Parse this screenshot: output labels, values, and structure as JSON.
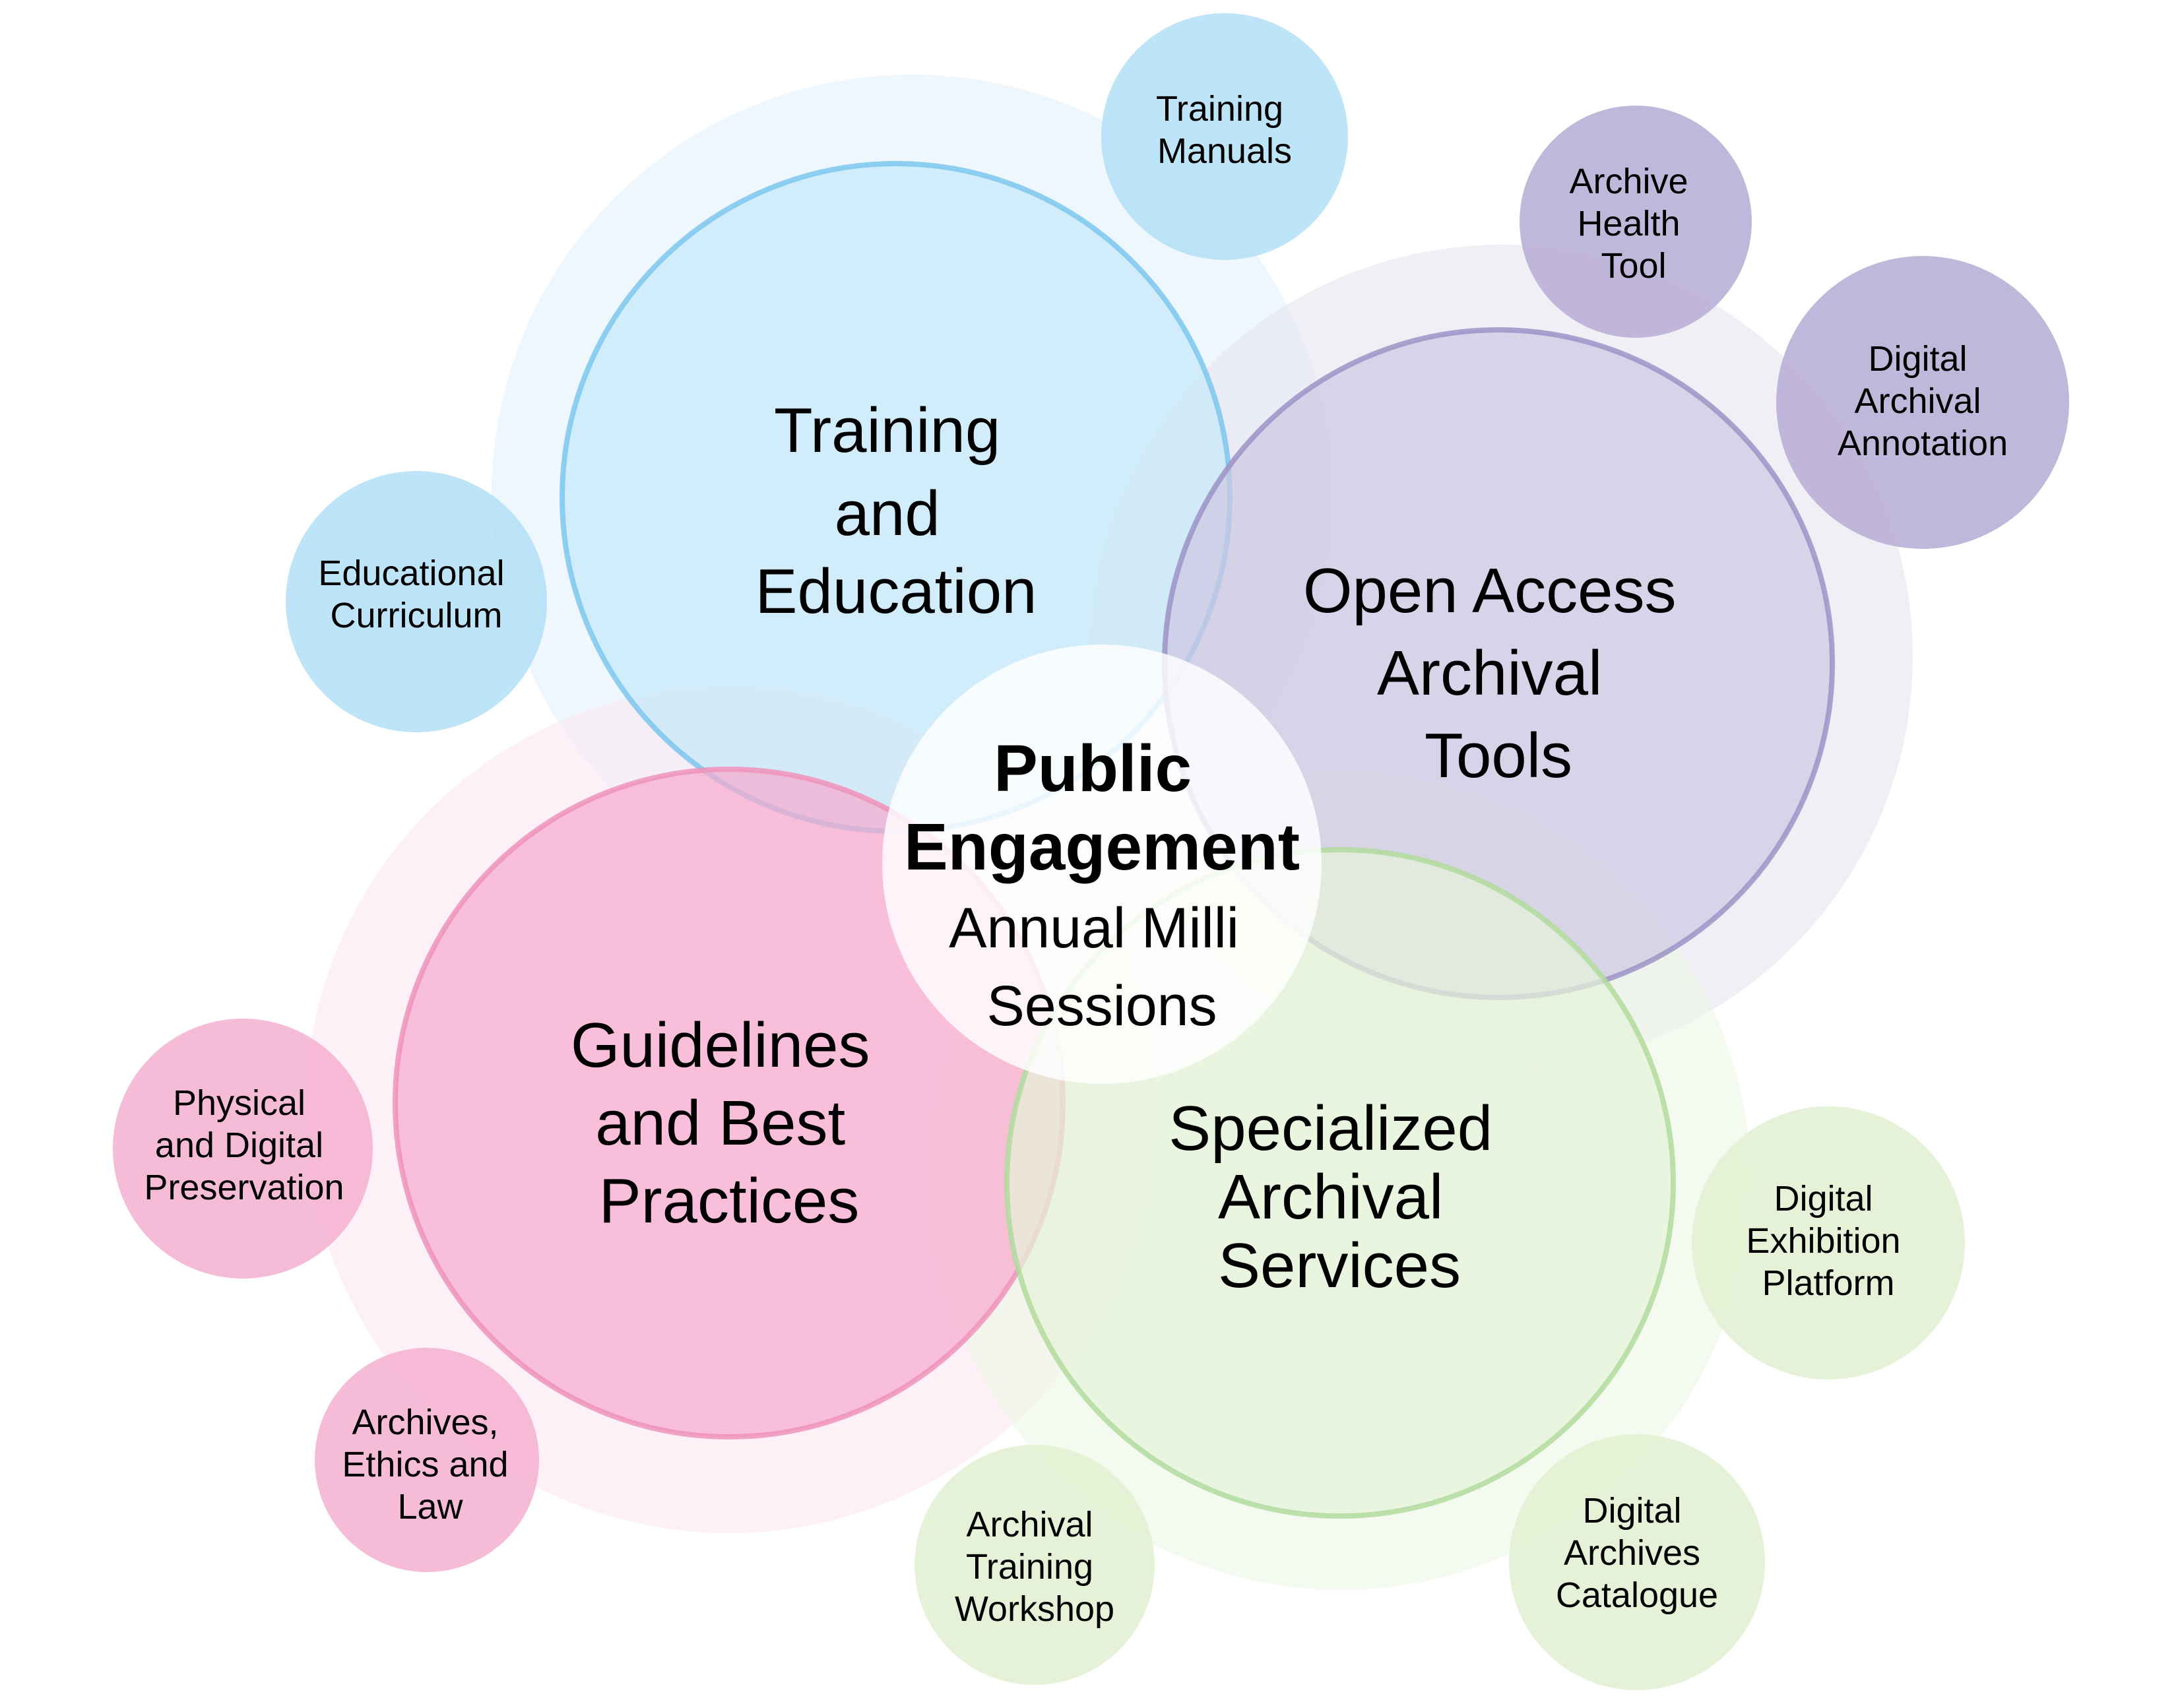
{
  "diagram": {
    "center": {
      "title_lines": [
        "Public",
        "Engagement"
      ],
      "subtitle_lines": [
        "Annual Milli",
        "Sessions"
      ],
      "fill": "#FFFFFF"
    },
    "groups": [
      {
        "id": "training",
        "label_lines": [
          "Training",
          "and",
          "Education"
        ],
        "colors": {
          "halo": "#E3F2FC",
          "fill": "#C6E9F9",
          "stroke": "#7CC7EE",
          "satellite": "#B4E0F6"
        },
        "satellites": [
          {
            "label_lines": [
              "Training",
              "Manuals"
            ]
          },
          {
            "label_lines": [
              "Educational",
              "Curriculum"
            ]
          }
        ]
      },
      {
        "id": "open-access",
        "label_lines": [
          "Open Access",
          "Archival",
          "Tools"
        ],
        "colors": {
          "halo": "#E6E4F0",
          "fill": "#CDC7E2",
          "stroke": "#9C93C7",
          "satellite": "#B7AED5"
        },
        "satellites": [
          {
            "label_lines": [
              "Archive",
              "Health",
              "Tool"
            ]
          },
          {
            "label_lines": [
              "Digital",
              "Archival",
              "Annotation"
            ]
          }
        ]
      },
      {
        "id": "guidelines",
        "label_lines": [
          "Guidelines",
          "and Best",
          "Practices"
        ],
        "colors": {
          "halo": "#FCE8F1",
          "fill": "#F7ABCD",
          "stroke": "#EE93BB",
          "satellite": "#F5B2D1"
        },
        "satellites": [
          {
            "label_lines": [
              "Physical",
              "and Digital",
              "Preservation"
            ]
          },
          {
            "label_lines": [
              "Archives,",
              "Ethics and",
              "Law"
            ]
          }
        ]
      },
      {
        "id": "specialized",
        "label_lines": [
          "Specialized",
          "Archival",
          "Services"
        ],
        "colors": {
          "halo": "#EDF6E5",
          "fill": "#E6F2DA",
          "stroke": "#B2DA9D",
          "satellite": "#E2F0D3"
        },
        "satellites": [
          {
            "label_lines": [
              "Digital",
              "Exhibition",
              "Platform"
            ]
          },
          {
            "label_lines": [
              "Digital",
              "Archives",
              "Catalogue"
            ]
          },
          {
            "label_lines": [
              "Archival",
              "Training",
              "Workshop"
            ]
          }
        ]
      }
    ]
  }
}
